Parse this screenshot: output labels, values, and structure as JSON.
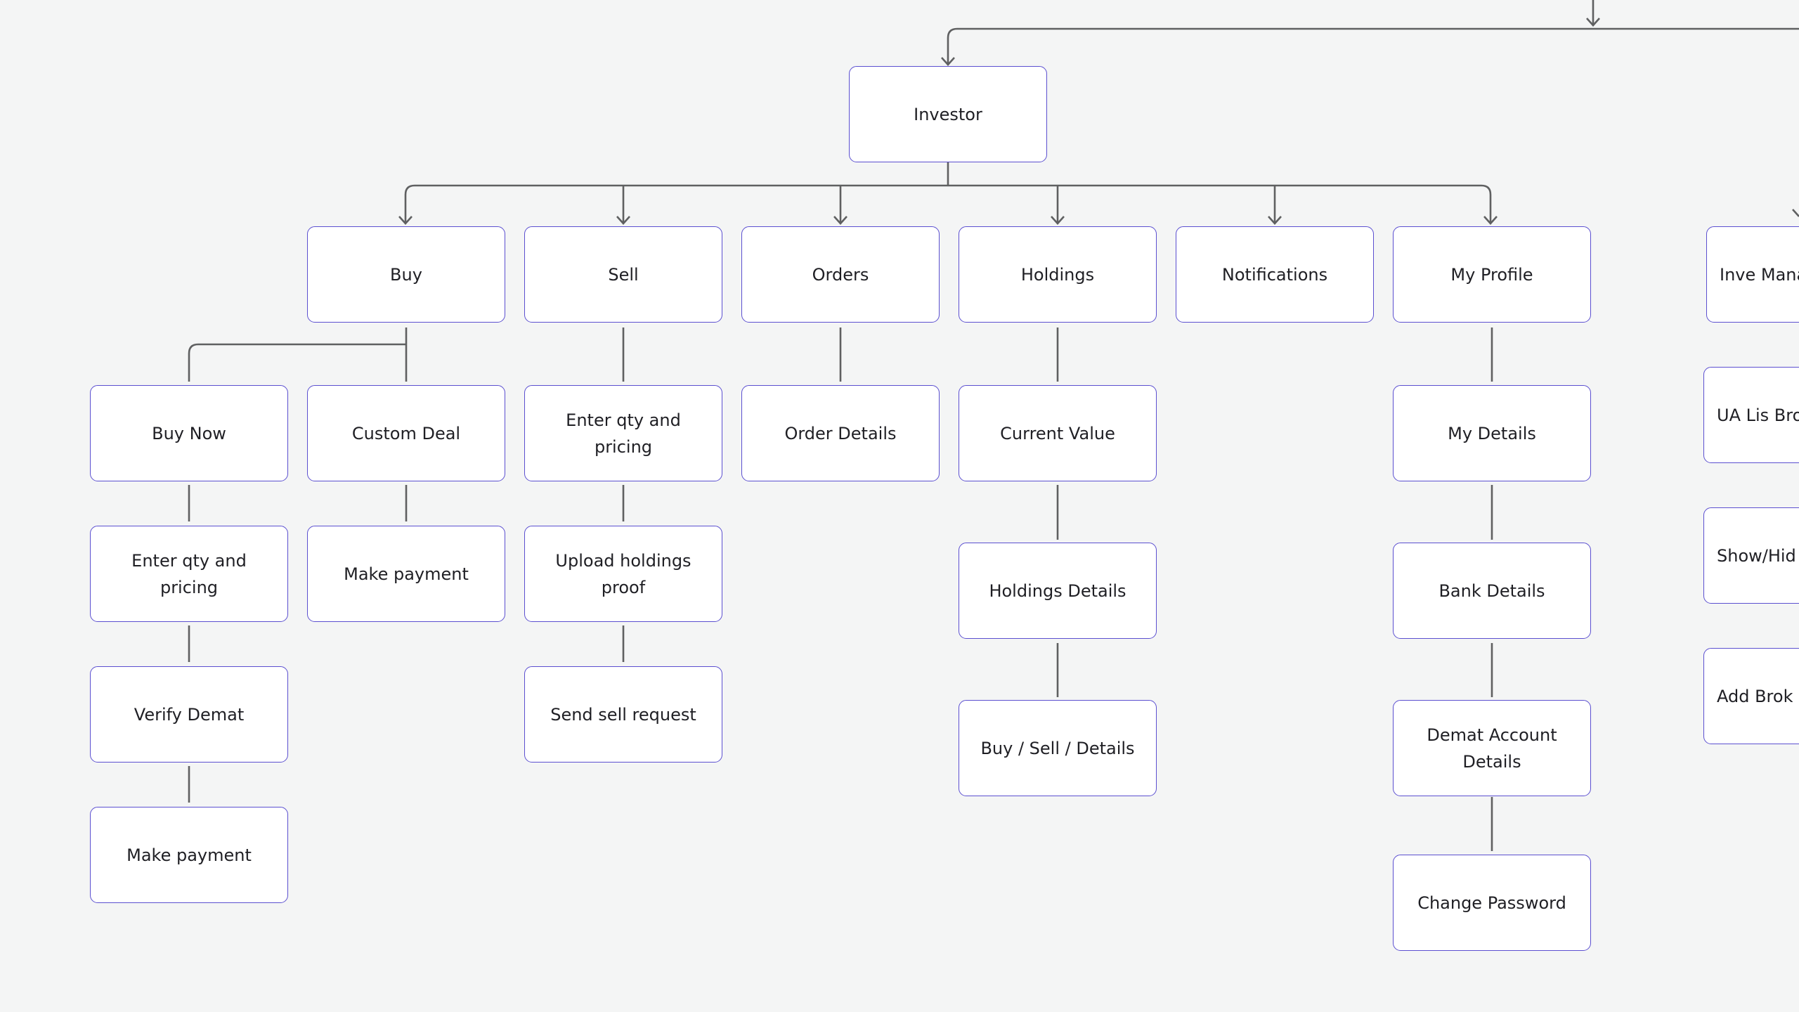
{
  "diagram": {
    "root": {
      "label": "Investor"
    },
    "level1": [
      {
        "label": "Buy"
      },
      {
        "label": "Sell"
      },
      {
        "label": "Orders"
      },
      {
        "label": "Holdings"
      },
      {
        "label": "Notifications"
      },
      {
        "label": "My Profile"
      }
    ],
    "buy": {
      "buy_now": [
        "Buy Now",
        "Enter qty and pricing",
        "Verify Demat",
        "Make payment"
      ],
      "custom_deal": [
        "Custom Deal",
        "Make payment"
      ]
    },
    "sell": [
      "Enter qty and pricing",
      "Upload holdings proof",
      "Send sell request"
    ],
    "orders": [
      "Order Details"
    ],
    "holdings": [
      "Current Value",
      "Holdings Details",
      "Buy / Sell / Details"
    ],
    "my_profile": [
      "My Details",
      "Bank Details",
      "Demat Account Details",
      "Change Password"
    ],
    "right_column_partial": [
      "Inve\nManag",
      "UA Lis\nBroker",
      "Show/Hid",
      "Add Brok\npri"
    ]
  },
  "colors": {
    "background": "#f4f5f5",
    "node_border": "#5b4fd0",
    "node_fill": "#ffffff",
    "connector": "#5f6061",
    "text": "#1f1f24"
  }
}
